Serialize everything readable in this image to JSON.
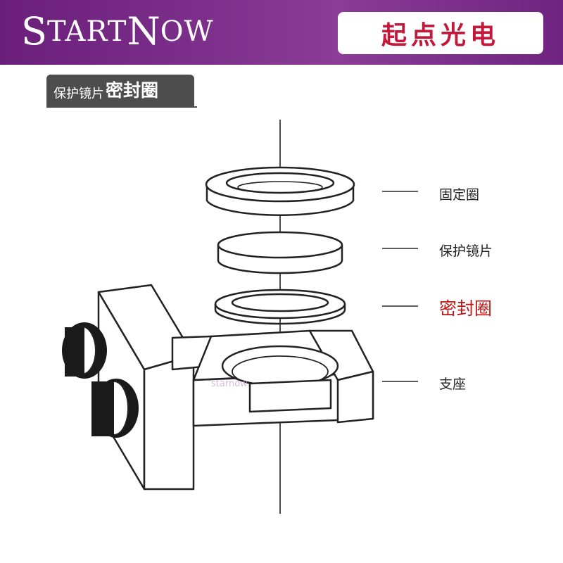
{
  "brand": {
    "name_initial_1": "S",
    "name_rest_1": "TART",
    "name_initial_2": "N",
    "name_rest_2": "OW"
  },
  "badge": {
    "text": "起点光电"
  },
  "tag": {
    "prefix": "保护镜片",
    "emphasis": "密封圈"
  },
  "labels": [
    {
      "id": "fixing-ring",
      "text": "固定圈",
      "highlight": false
    },
    {
      "id": "protective-lens",
      "text": "保护镜片",
      "highlight": false
    },
    {
      "id": "seal-ring",
      "text": "密封圈",
      "highlight": true
    },
    {
      "id": "mount-base",
      "text": "支座",
      "highlight": false
    }
  ],
  "watermark": {
    "text": "starnow"
  },
  "colors": {
    "header": "#7c2f8a",
    "badge_text": "#c3183c",
    "highlight": "#c01414",
    "tag_bg": "#4d4d4d"
  }
}
